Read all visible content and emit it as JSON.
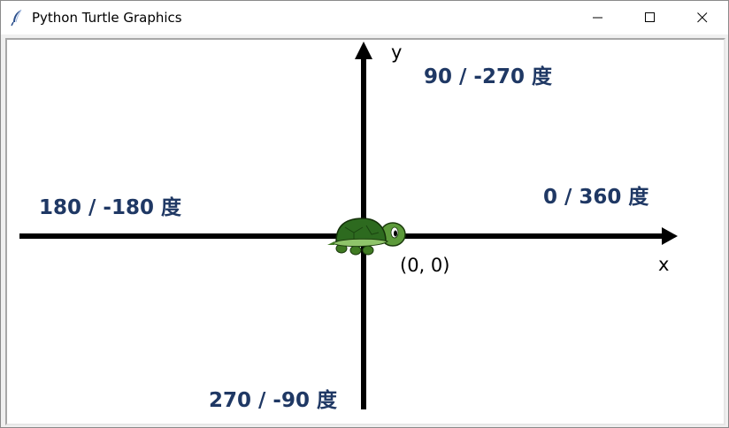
{
  "window": {
    "title": "Python Turtle Graphics",
    "icon": "feather-icon",
    "controls": [
      "minimize-icon",
      "maximize-icon",
      "close-icon"
    ]
  },
  "canvas": {
    "axis_labels": {
      "y": "y",
      "x": "x"
    },
    "origin_label": "(0,  0)",
    "angle_labels": {
      "up": "90 / -270 度",
      "right": "0 / 360 度",
      "left": "180 / -180 度",
      "down": "270 / -90 度"
    },
    "colors": {
      "axis": "#000000",
      "angle_text": "#1f3864",
      "turtle_shell": "#2d6a1f",
      "turtle_body": "#5c9a3a"
    },
    "turtle_icon": "turtle-icon"
  }
}
